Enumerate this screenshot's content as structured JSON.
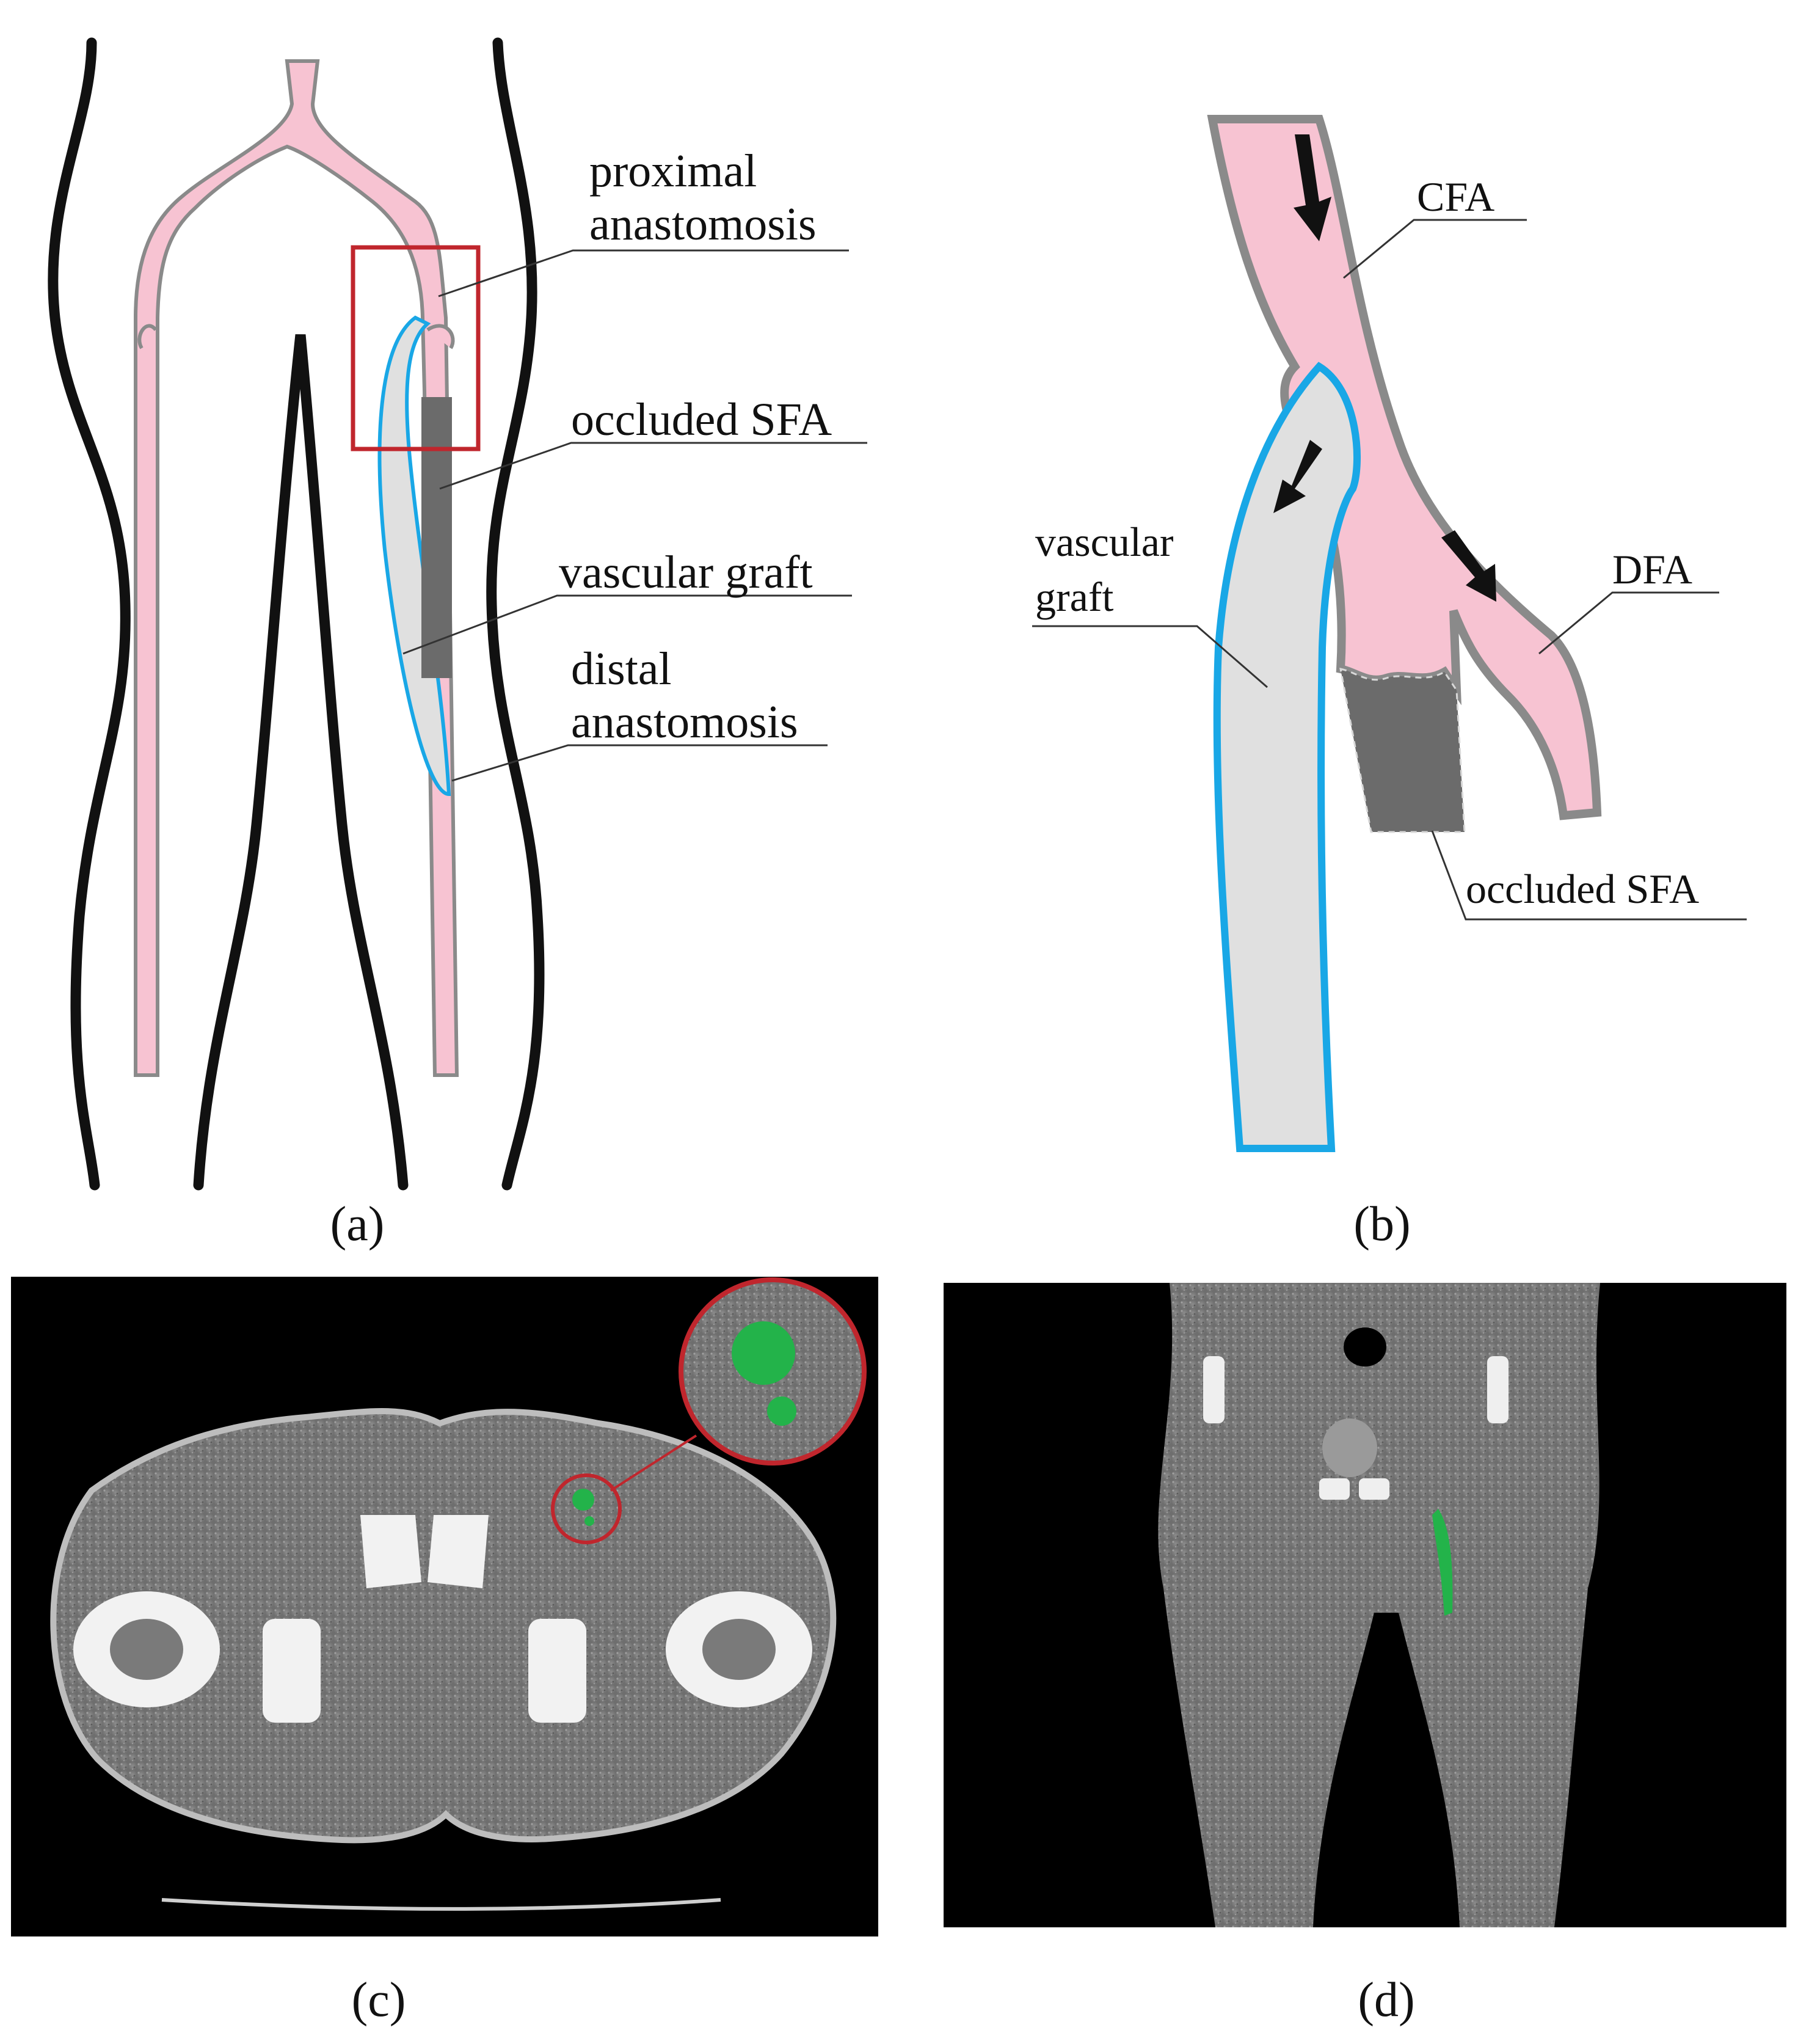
{
  "colors": {
    "artery": "#f7c3d2",
    "artery_outline": "#8a8a8a",
    "graft": "#e0e0e0",
    "graft_outline": "#19a7e6",
    "occluded": "#6b6b6b",
    "body_outline": "#111111",
    "highlight_box": "#c0262d",
    "segmentation": "#23b34a",
    "ct_background": "#000000"
  },
  "panels": {
    "a": {
      "caption": "(a)",
      "labels": {
        "proximal_1": "proximal",
        "proximal_2": "anastomosis",
        "occluded": "occluded SFA",
        "graft": "vascular graft",
        "distal_1": "distal",
        "distal_2": "anastomosis"
      }
    },
    "b": {
      "caption": "(b)",
      "labels": {
        "cfa": "CFA",
        "dfa": "DFA",
        "graft_1": "vascular",
        "graft_2": "graft",
        "occluded": "occluded SFA"
      }
    },
    "c": {
      "caption": "(c)",
      "view": "axial CT slice",
      "icon": "zoom-inset-circle"
    },
    "d": {
      "caption": "(d)",
      "view": "coronal CT slice"
    }
  }
}
